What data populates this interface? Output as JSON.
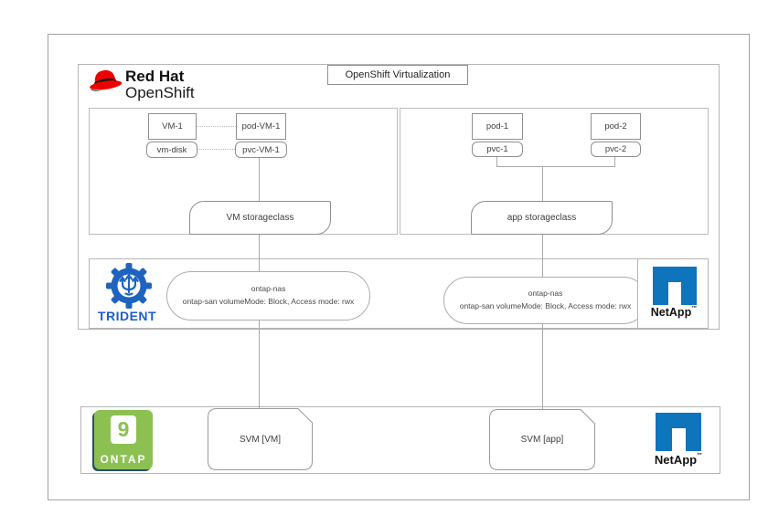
{
  "diagram": {
    "openshift": {
      "logo": {
        "line1": "Red Hat",
        "line2": "OpenShift"
      },
      "virtualization_label": "OpenShift Virtualization",
      "vm_panel": {
        "vm_box": "VM-1",
        "pod_box": "pod-VM-1",
        "vmdisk_box": "vm-disk",
        "pvc_box": "pvc-VM-1",
        "storageclass": "VM storageclass"
      },
      "app_panel": {
        "pod1_box": "pod-1",
        "pod2_box": "pod-2",
        "pvc1_box": "pvc-1",
        "pvc2_box": "pvc-2",
        "storageclass": "app storageclass"
      }
    },
    "trident_layer": {
      "trident_wordmark": "TRIDENT",
      "backend_vm": {
        "line1": "ontap-nas",
        "line2": "ontap-san volumeMode: Block, Access mode: rwx"
      },
      "backend_app": {
        "line1": "ontap-nas",
        "line2": "ontap-san volumeMode: Block, Access mode: rwx"
      },
      "netapp": {
        "wordmark": "NetApp",
        "tm": "™"
      }
    },
    "ontap_layer": {
      "ontap_logo": {
        "digit": "9",
        "word": "ONTAP"
      },
      "svm_vm": "SVM [VM]",
      "svm_app": "SVM [app]",
      "netapp": {
        "wordmark": "NetApp",
        "tm": "™"
      }
    },
    "colors": {
      "redhat_red": "#EE0000",
      "trident_blue": "#1E63BE",
      "netapp_blue": "#0E74BC",
      "ontap_green": "#8CC152",
      "border_gray": "#9a9a9a"
    }
  }
}
